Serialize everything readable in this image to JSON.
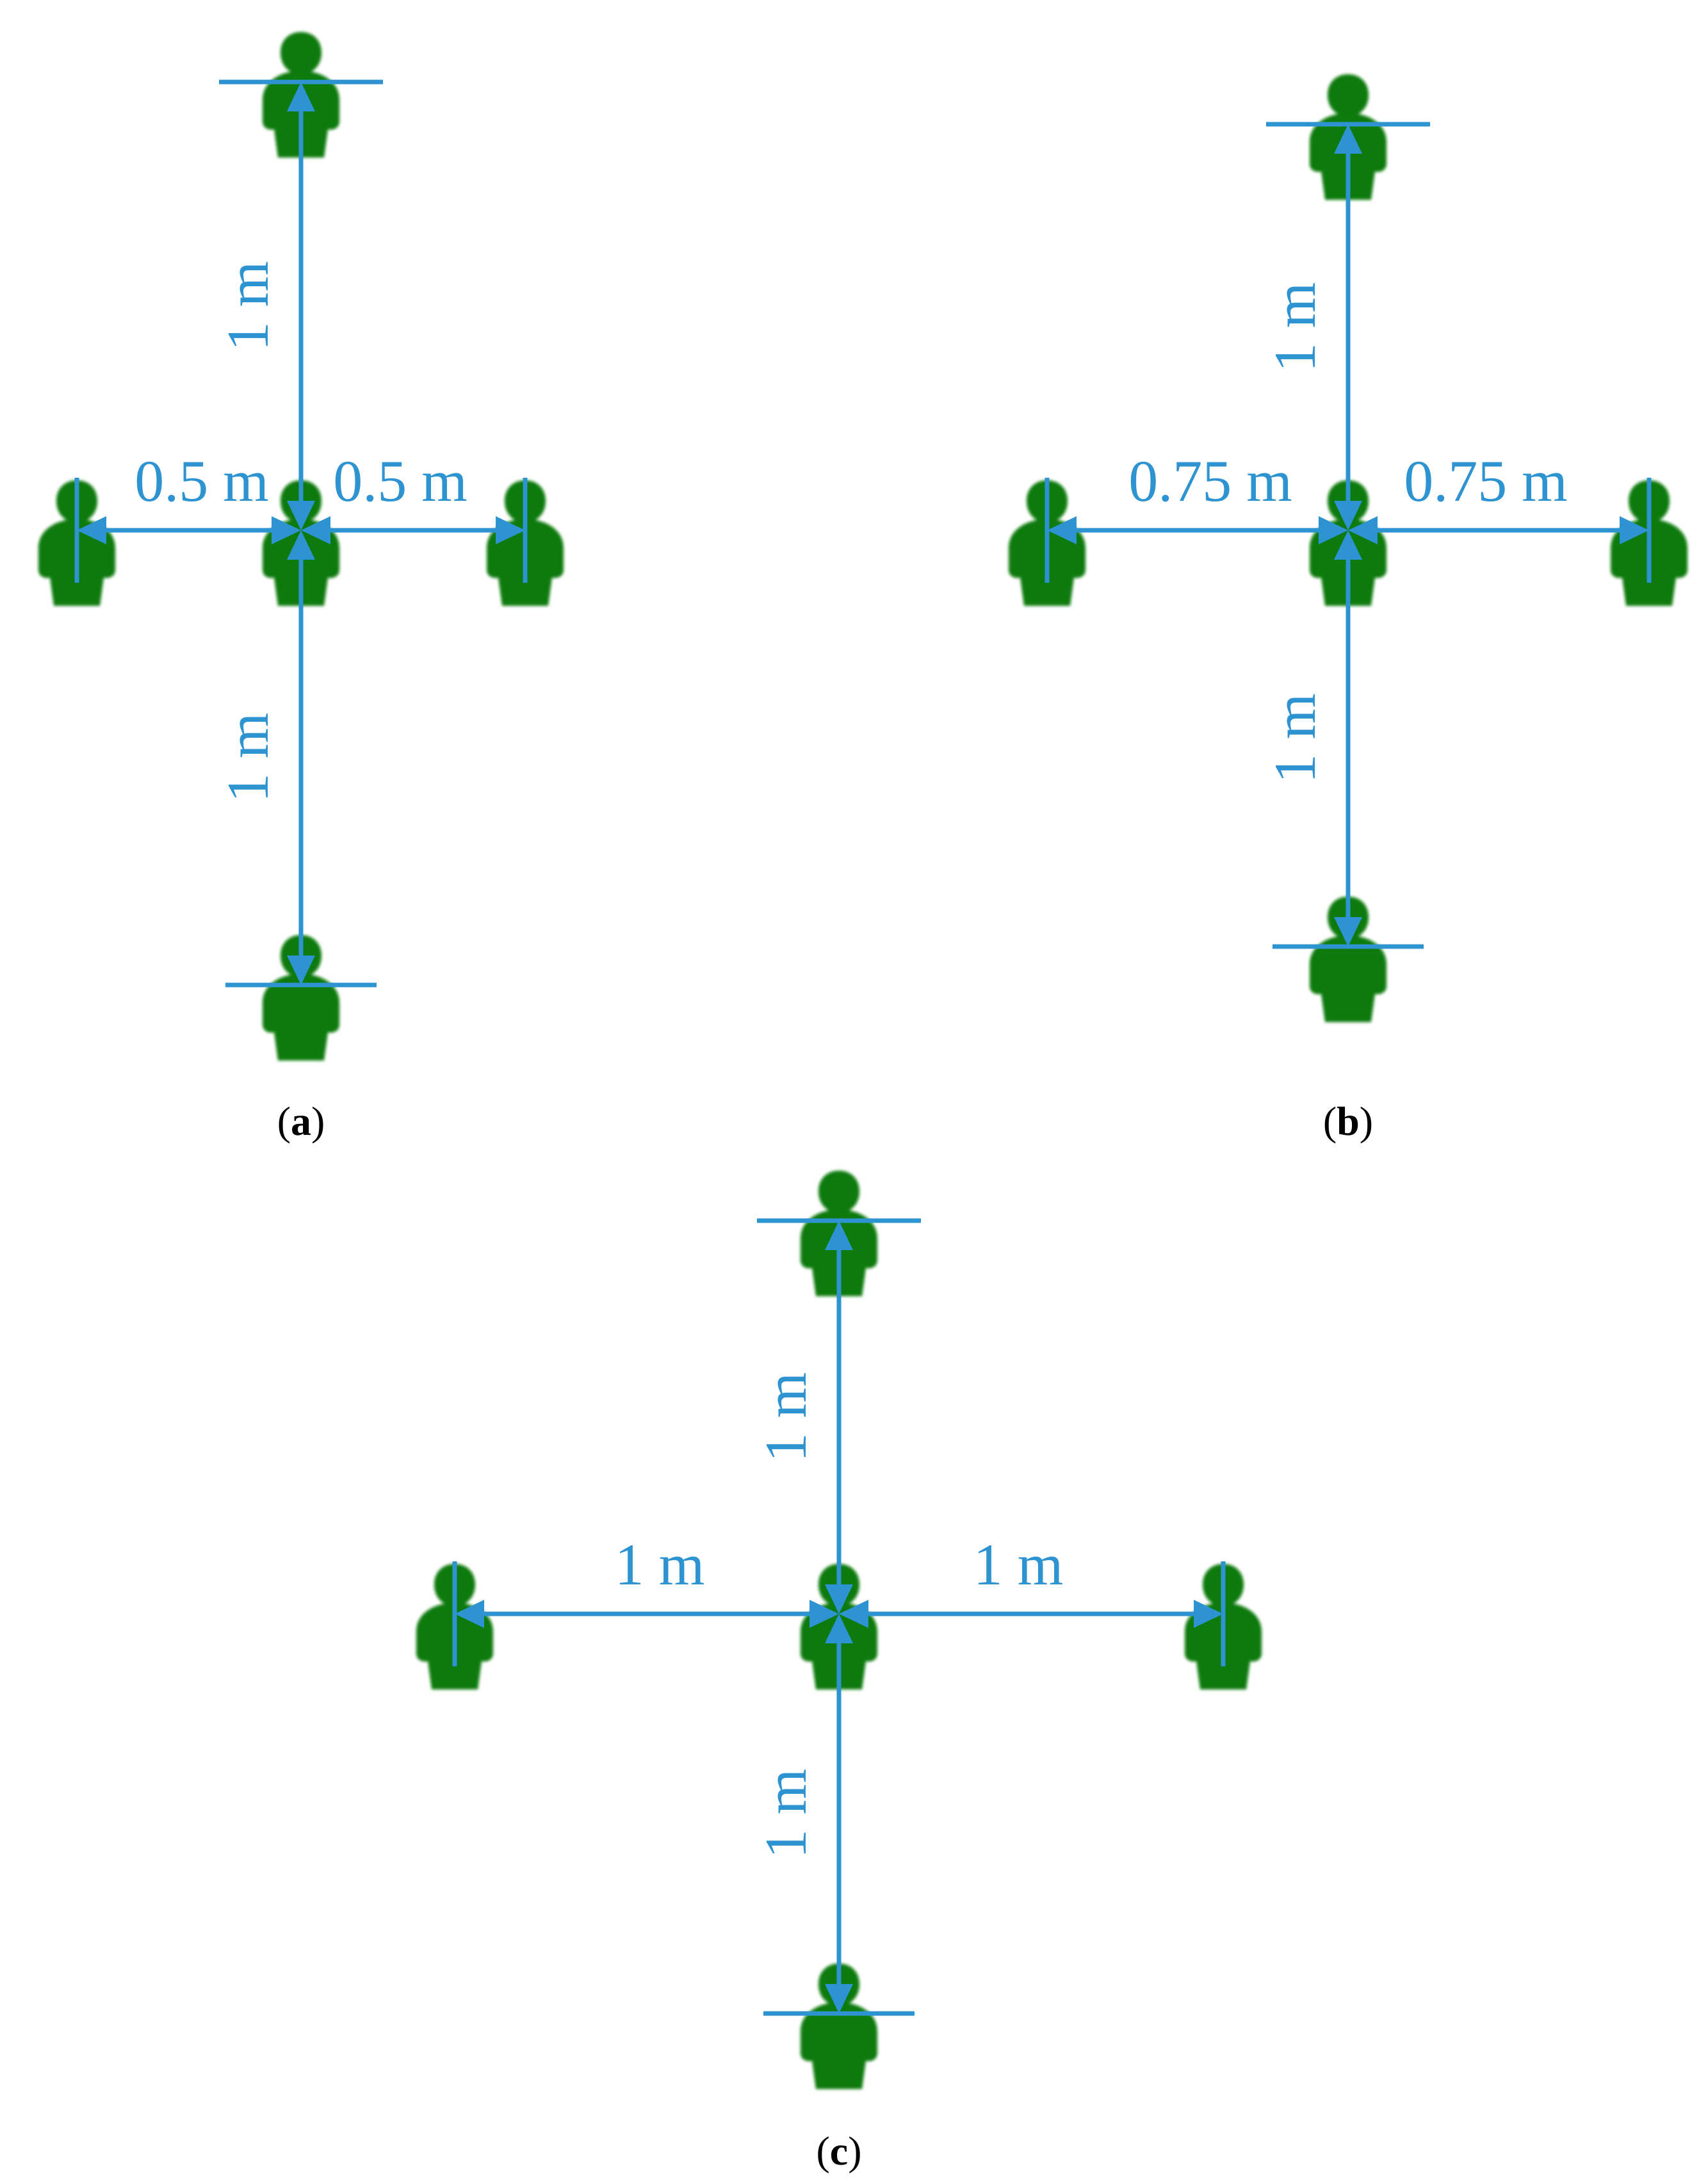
{
  "colors": {
    "plant": "#0a7a0a",
    "dimension": "#2e93d1",
    "caption": "#000000"
  },
  "icon": "plant-silhouette-icon",
  "panels": [
    {
      "id": "a",
      "caption": "a",
      "vertical_spacing_label": "1 m",
      "horizontal_spacing_label": "0.5 m",
      "vertical_spacing_m": 1,
      "horizontal_spacing_m": 0.5
    },
    {
      "id": "b",
      "caption": "b",
      "vertical_spacing_label": "1 m",
      "horizontal_spacing_label": "0.75 m",
      "vertical_spacing_m": 1,
      "horizontal_spacing_m": 0.75
    },
    {
      "id": "c",
      "caption": "c",
      "vertical_spacing_label": "1 m",
      "horizontal_spacing_label": "1 m",
      "vertical_spacing_m": 1,
      "horizontal_spacing_m": 1
    }
  ]
}
